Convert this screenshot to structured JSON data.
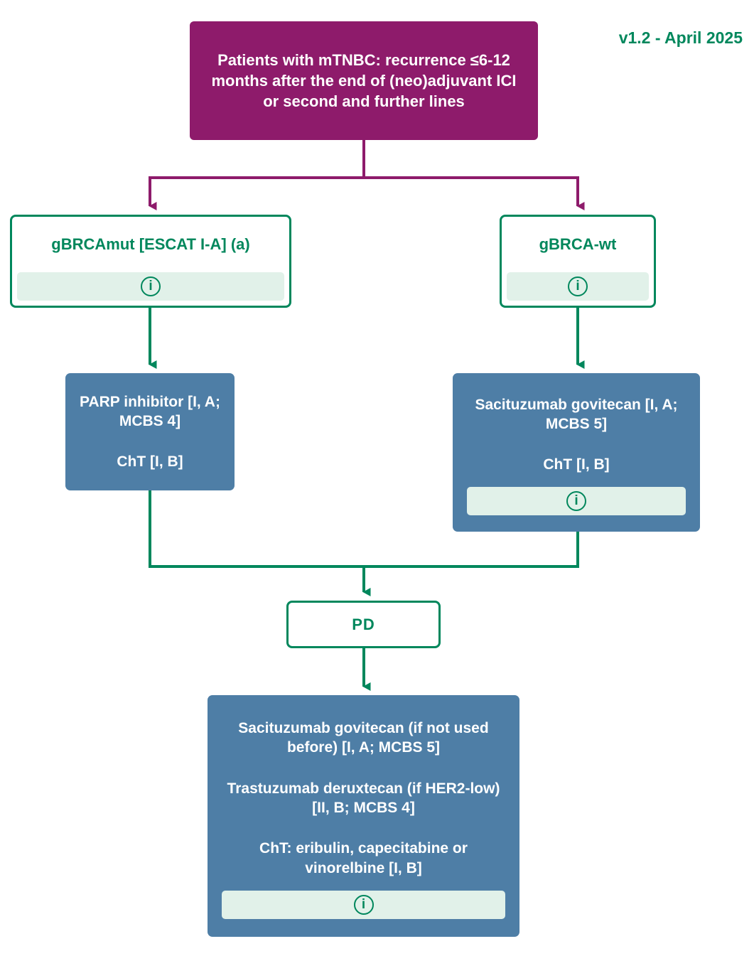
{
  "meta": {
    "version": "v1.2 - April 2025"
  },
  "colors": {
    "purple": "#8E1B6B",
    "green": "#00875C",
    "blue": "#4E7EA6",
    "info_background": "#E1F1E9",
    "background": "#FFFFFF"
  },
  "icons": {
    "info_glyph": "i"
  },
  "root_box": {
    "text": "Patients with mTNBC: recurrence ≤6-12 months after the end of (neo)adjuvant ICI or second and further lines"
  },
  "branches": {
    "left": {
      "label": "gBRCAmut [ESCAT I-A] (a)",
      "has_info": true
    },
    "right": {
      "label": "gBRCA-wt",
      "has_info": true
    }
  },
  "treatments": {
    "left": {
      "paragraphs": [
        "PARP inhibitor [I, A; MCBS 4]",
        "ChT [I, B]"
      ],
      "has_info": false
    },
    "right": {
      "paragraphs": [
        "Sacituzumab govitecan [I, A; MCBS 5]",
        "ChT [I, B]"
      ],
      "has_info": true
    }
  },
  "pd_box": {
    "label": "PD"
  },
  "final_box": {
    "paragraphs": [
      "Sacituzumab govitecan (if not used before) [I, A; MCBS 5]",
      "Trastuzumab deruxtecan (if HER2-low) [II, B; MCBS 4]",
      "ChT: eribulin, capecitabine or vinorelbine [I, B]"
    ],
    "has_info": true
  }
}
